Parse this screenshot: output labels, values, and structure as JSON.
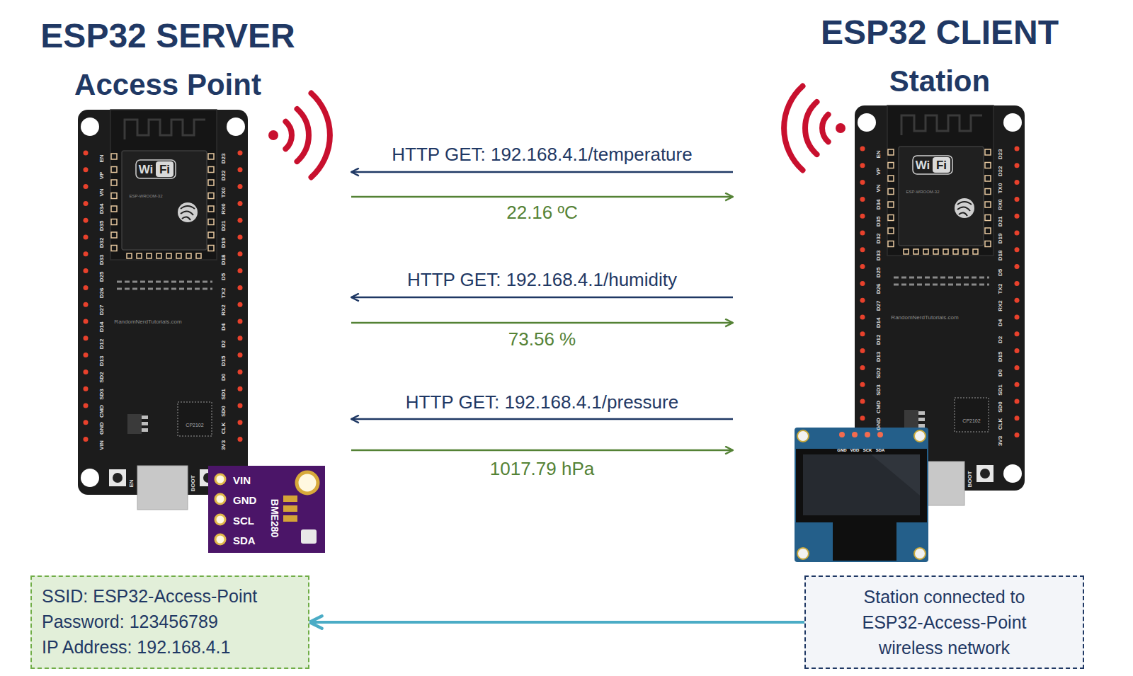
{
  "diagram": {
    "nodes": [
      {
        "text": [
          "ESP32 SERVER",
          "Access Point"
        ]
      },
      {
        "text": [
          "ESP32 CLIENT",
          "Station"
        ]
      },
      {
        "text": [
          "SSID: ESP32-Access-Point",
          "Password: 123456789",
          "IP Address: 192.168.4.1"
        ]
      },
      {
        "text": [
          "Station connected to ESP32-Access-Point wireless network"
        ]
      }
    ],
    "edges": [
      {
        "from": 1,
        "to": 0,
        "arrow": "to",
        "label": "HTTP GET: 192.168.4.1/temperature"
      },
      {
        "from": 0,
        "to": 1,
        "arrow": "to",
        "label": "22.16 ºC"
      },
      {
        "from": 1,
        "to": 0,
        "arrow": "to",
        "label": "HTTP GET: 192.168.4.1/humidity"
      },
      {
        "from": 0,
        "to": 1,
        "arrow": "to",
        "label": "73.56 %"
      },
      {
        "from": 1,
        "to": 0,
        "arrow": "to",
        "label": "HTTP GET: 192.168.4.1/pressure"
      },
      {
        "from": 0,
        "to": 1,
        "arrow": "to",
        "label": "1017.79 hPa"
      },
      {
        "from": 3,
        "to": 2,
        "arrow": "to"
      }
    ],
    "labels": [
      "Wi",
      "Fi",
      "ESP-WROOM-32",
      "RandomNerdTutorials.com",
      "CP2102",
      "EN",
      "BOOT",
      "EN",
      "VP",
      "VN",
      "D34",
      "D35",
      "D32",
      "D33",
      "D25",
      "D26",
      "D27",
      "D14",
      "D12",
      "D13",
      "SD2",
      "SD3",
      "CMD",
      "GND",
      "VIN",
      "D23",
      "D22",
      "TX0",
      "RX0",
      "D21",
      "D19",
      "D18",
      "D5",
      "TX2",
      "RX2",
      "D4",
      "D2",
      "D15",
      "D0",
      "SD1",
      "SD0",
      "CLK",
      "3V3",
      "VIN",
      "GND",
      "SCL",
      "SDA",
      "BME280",
      "Wi",
      "Fi",
      "ESP-WROOM-32",
      "RandomNerdTutorials.com",
      "CP2102",
      "BOOT",
      "EN",
      "VP",
      "VN",
      "D34",
      "D35",
      "D32",
      "D33",
      "D25",
      "D26",
      "D27",
      "D14",
      "D12",
      "D13",
      "SD2",
      "SD3",
      "CMD",
      "GND",
      "D23",
      "D22",
      "TX0",
      "RX0",
      "D21",
      "D19",
      "D18",
      "D5",
      "TX2",
      "RX2",
      "D4",
      "D2",
      "D15",
      "D0",
      "SD1",
      "SD0",
      "CLK",
      "3V3",
      "GND",
      "VDD",
      "SCK",
      "SDA"
    ]
  }
}
